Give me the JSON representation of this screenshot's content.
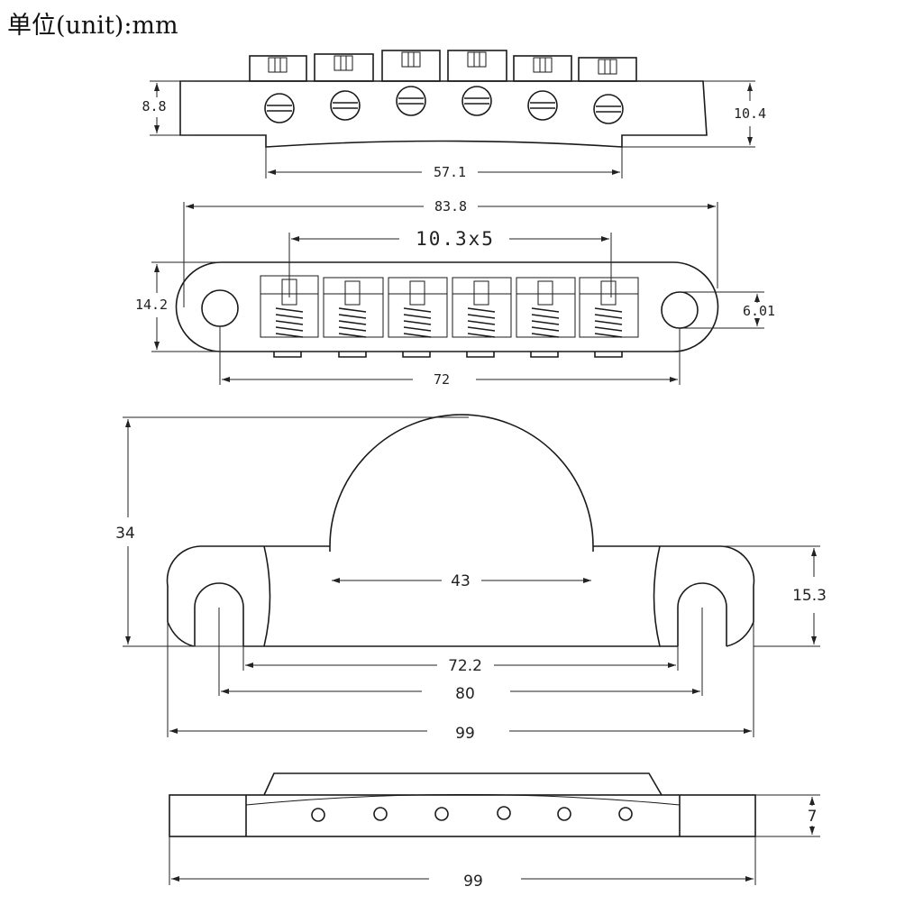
{
  "unit_label": "单位(unit):mm",
  "views": {
    "front": {
      "height_left": "8.8",
      "height_right": "10.4",
      "base_width": "57.1"
    },
    "top": {
      "total_length": "83.8",
      "saddle_spacing": "10.3x5",
      "depth": "14.2",
      "hole_diameter": "6.01",
      "hole_spacing": "72"
    },
    "anchor": {
      "height": "34",
      "arch_width": "43",
      "side_height": "15.3",
      "inner_width": "72.2",
      "slot_spacing": "80",
      "total_length": "99"
    },
    "tailpiece": {
      "height": "7",
      "total_length": "99"
    }
  }
}
